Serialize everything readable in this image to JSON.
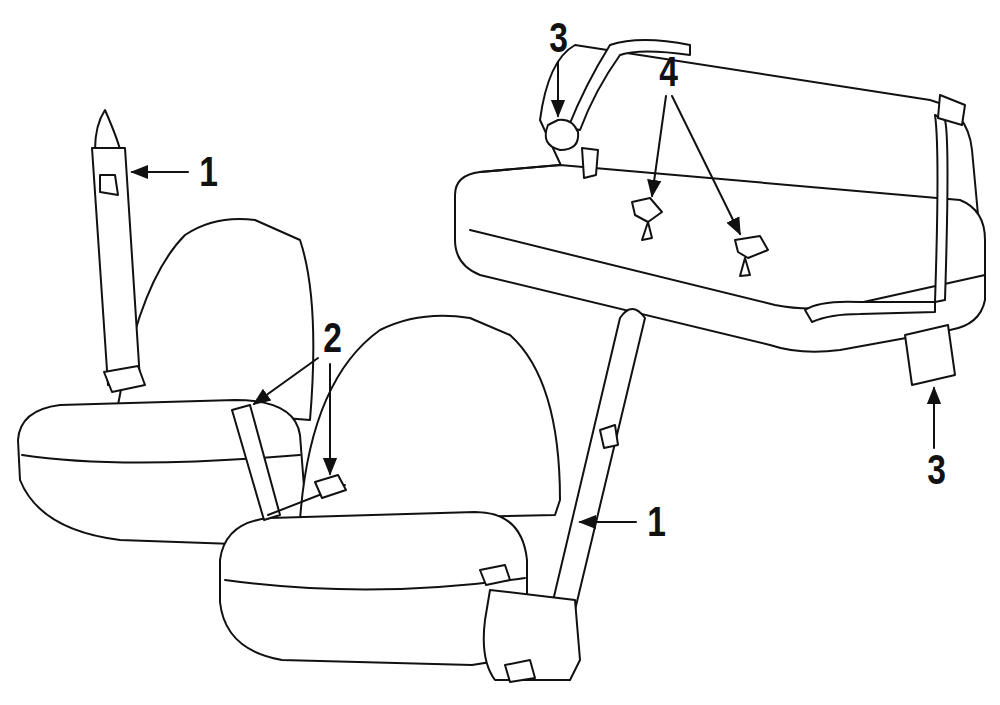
{
  "diagram": {
    "labels": [
      "3",
      "4",
      "1",
      "2",
      "1",
      "3"
    ]
  }
}
